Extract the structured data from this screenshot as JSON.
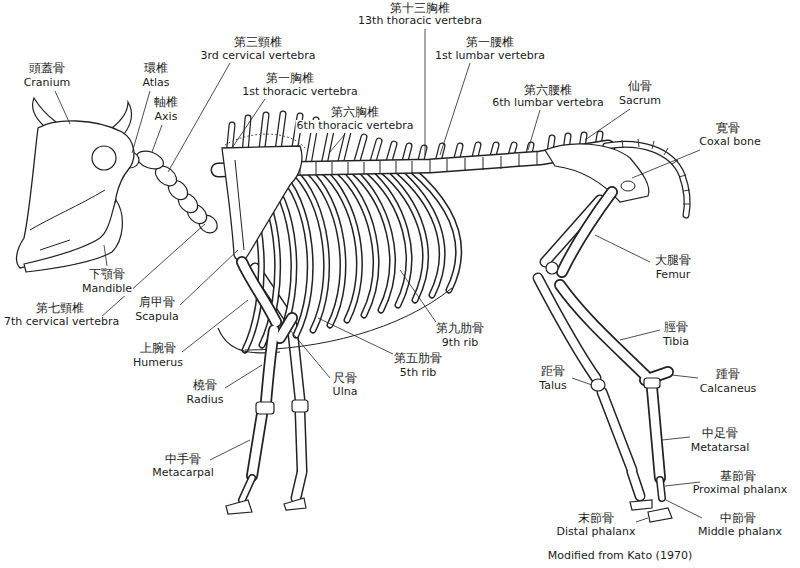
{
  "diagram": {
    "caption": "Modified from Kato (1970)",
    "labels": [
      "頭蓋骨",
      "Cranium",
      "環椎",
      "Atlas",
      "軸椎",
      "Axis",
      "第三頸椎",
      "3rd cervical vertebra",
      "第一胸椎",
      "1st thoracic vertebra",
      "第六胸椎",
      "6th thoracic vertebra",
      "第十三胸椎",
      "13th thoracic vertebra",
      "第一腰椎",
      "1st lumbar vertebra",
      "第六腰椎",
      "6th lumbar vertebra",
      "仙骨",
      "Sacrum",
      "寛骨",
      "Coxal bone",
      "下顎骨",
      "Mandible",
      "第七頸椎",
      "7th cervical vertebra",
      "肩甲骨",
      "Scapula",
      "上腕骨",
      "Humerus",
      "橈骨",
      "Radius",
      "尺骨",
      "Ulna",
      "第五肋骨",
      "5th rib",
      "第九肋骨",
      "9th rib",
      "大腿骨",
      "Femur",
      "脛骨",
      "Tibia",
      "距骨",
      "Talus",
      "踵骨",
      "Calcaneus",
      "中手骨",
      "Metacarpal",
      "中足骨",
      "Metatarsal",
      "基節骨",
      "Proximal phalanx",
      "末節骨",
      "Distal phalanx",
      "中節骨",
      "Middle phalanx"
    ]
  }
}
